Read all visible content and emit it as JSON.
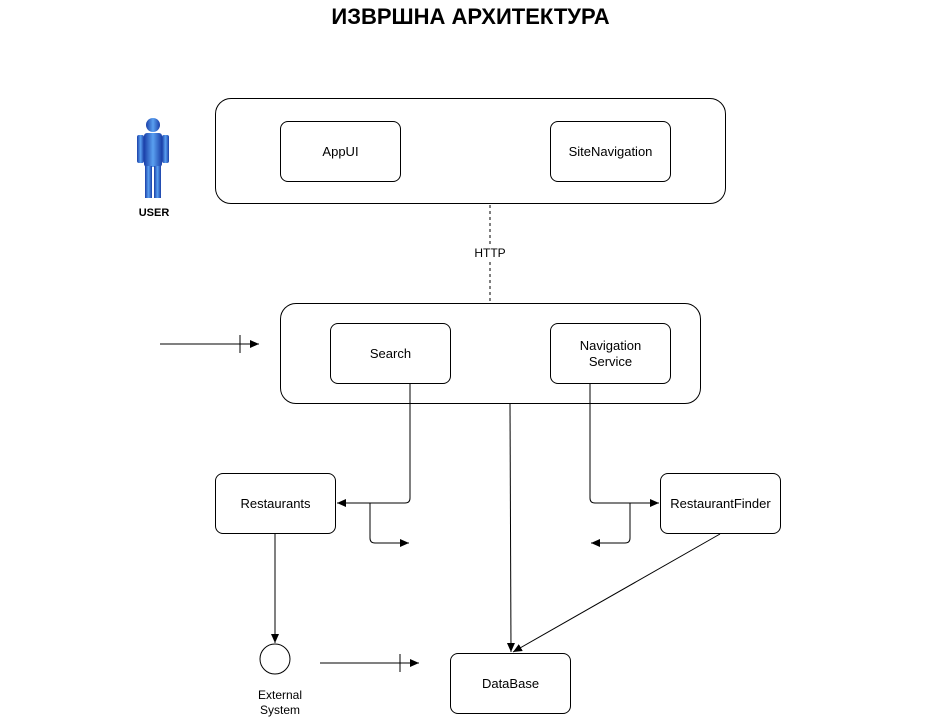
{
  "title": "ИЗВРШНА АРХИТЕКТУРА",
  "actor": {
    "label": "USER",
    "icon": "user-actor-icon"
  },
  "frontend": {
    "appui": "AppUI",
    "sitenav": "SiteNavigation"
  },
  "connector": {
    "label": "HTTP"
  },
  "backend": {
    "search": "Search",
    "navigation_service": "Navigation\nService"
  },
  "components": {
    "restaurants": "Restaurants",
    "restaurant_finder": "RestaurantFinder",
    "database": "DataBase"
  },
  "external": {
    "label": "External\nSystem"
  },
  "colors": {
    "actor_fill": "#3c7cdc",
    "actor_dark": "#1a3fa8",
    "line": "#000000"
  }
}
